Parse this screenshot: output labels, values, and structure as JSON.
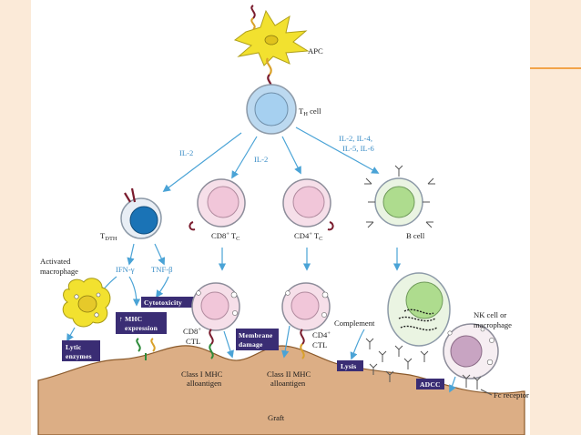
{
  "diagram": {
    "cells": {
      "apc": "APC",
      "th_cell": "T",
      "th_cell_sub": "H",
      "th_cell_suffix": " cell",
      "tdth": "T",
      "tdth_sub": "DTH",
      "cd8_tc": "CD8",
      "cd8_tc_sup": "+",
      "cd8_tc_suffix": " T",
      "cd8_tc_sub": "C",
      "cd4_tc": "CD4",
      "cd4_tc_sup": "+",
      "cd4_tc_suffix": " T",
      "cd4_tc_sub": "C",
      "b_cell": "B cell",
      "activated_macrophage_line1": "Activated",
      "activated_macrophage_line2": "macrophage",
      "cd8_ctl_line1": "CD8",
      "cd8_ctl_sup": "+",
      "cd8_ctl_line2": "CTL",
      "cd4_ctl_line1": "CD4",
      "cd4_ctl_sup": "+",
      "cd4_ctl_line2": "CTL",
      "nk_cell_line1": "NK cell or",
      "nk_cell_line2": "macrophage"
    },
    "cytokines": {
      "il2_left": "IL-2",
      "il2_center": "IL-2",
      "il_b_line1": "IL-2, IL-4,",
      "il_b_line2": "IL-5, IL-6",
      "ifn": "IFN-γ",
      "tnf": "TNF-β"
    },
    "effects": {
      "cytotoxicity": "Cytotoxicity",
      "mhc_line1": "↑ MHC",
      "mhc_line2": "expression",
      "lytic_line1": "Lytic",
      "lytic_line2": "enzymes",
      "membrane_line1": "Membrane",
      "membrane_line2": "damage",
      "lysis": "Lysis",
      "adcc": "ADCC",
      "complement": "Complement"
    },
    "antigens": {
      "class1_line1": "Class I MHC",
      "class1_line2": "alloantigen",
      "class2_line1": "Class II MHC",
      "class2_line2": "alloantigen",
      "fc_receptor": "Fc receptor"
    },
    "graft": "Graft"
  },
  "colors": {
    "background": "#ffffff",
    "side_panel": "#fbead8",
    "accent_rule": "#f2a349",
    "arrow": "#4aa3d6",
    "graft": "#dcae85",
    "graft_edge": "#8b5a2b",
    "apc": "#f2e12f",
    "th_cell": "#bcd9f0",
    "tdth_nucleus": "#1a73b6",
    "tc_cell": "#f1c6d9",
    "b_cell": "#aedc8e",
    "label_box": "#3a2d74",
    "receptor": "#7a1c2e",
    "antigen": "#2e8b3a"
  }
}
